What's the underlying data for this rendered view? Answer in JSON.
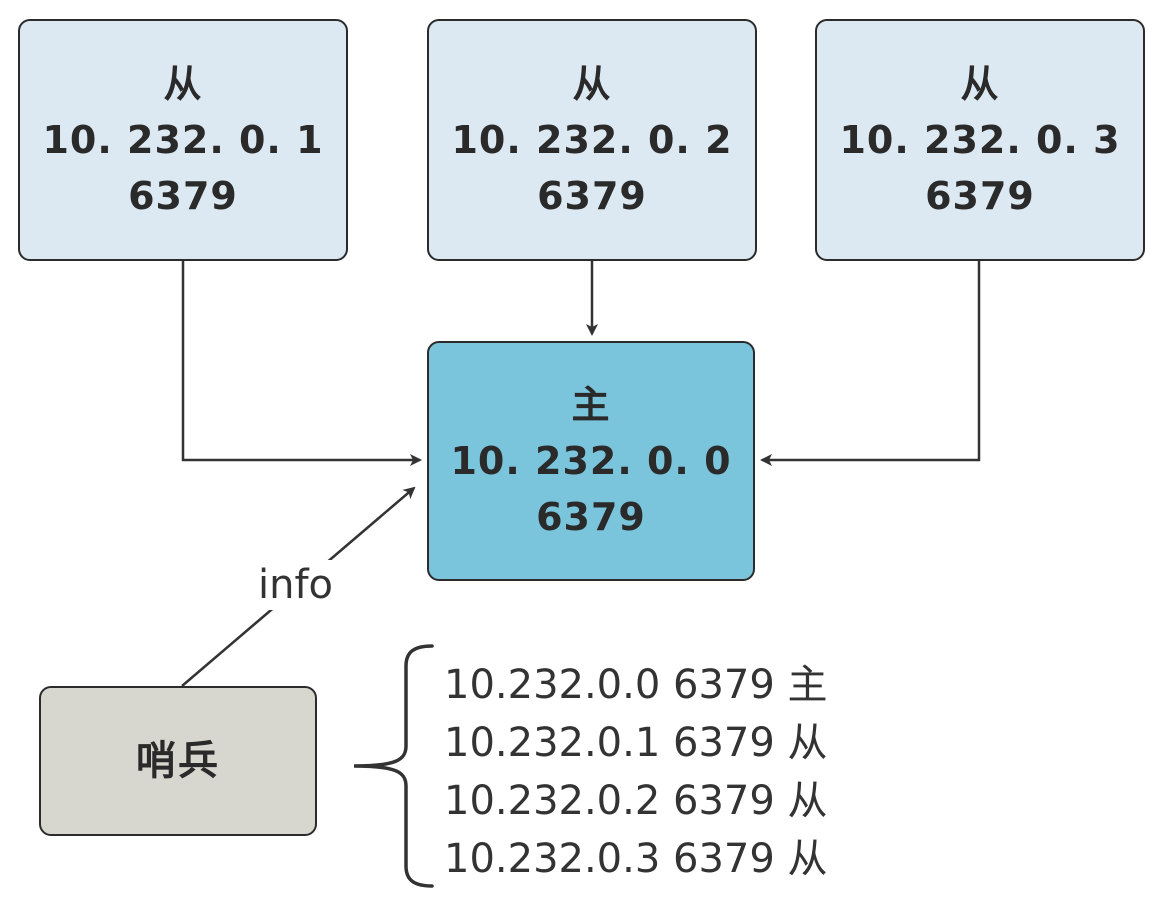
{
  "slaves": [
    {
      "role": "从",
      "ip": "10. 232. 0. 1",
      "port": "6379"
    },
    {
      "role": "从",
      "ip": "10. 232. 0. 2",
      "port": "6379"
    },
    {
      "role": "从",
      "ip": "10. 232. 0. 3",
      "port": "6379"
    }
  ],
  "master": {
    "role": "主",
    "ip": "10. 232. 0. 0",
    "port": "6379"
  },
  "sentinel": {
    "label": "哨兵"
  },
  "edge_label": "info",
  "info_list": [
    "10.232.0.0 6379 主",
    "10.232.0.1 6379 从",
    "10.232.0.2 6379 从",
    "10.232.0.3 6379 从"
  ],
  "colors": {
    "slave_fill": "#dce9f2",
    "master_fill": "#7ac5dc",
    "sentinel_fill": "#d7d6cf",
    "stroke": "#2b2b2b"
  }
}
